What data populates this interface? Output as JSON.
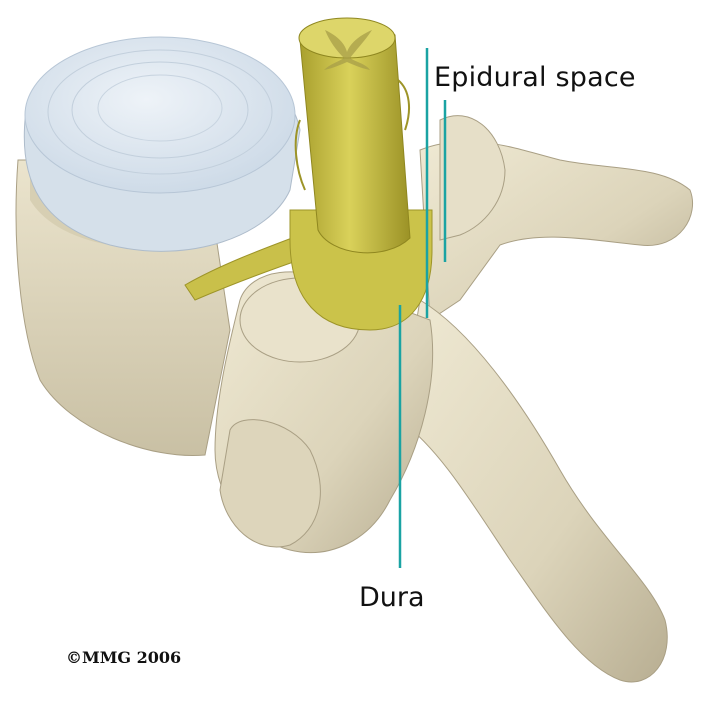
{
  "labels": {
    "epidural_space": "Epidural space",
    "dura": "Dura"
  },
  "copyright": "©MMG 2006",
  "colors": {
    "bone": "#e3dcc4",
    "bone_shadow": "#b9b096",
    "disc": "#dbe6ef",
    "cord": "#cfc64a",
    "cord_dark": "#9d9428",
    "pointer": "#1aa3a3"
  }
}
